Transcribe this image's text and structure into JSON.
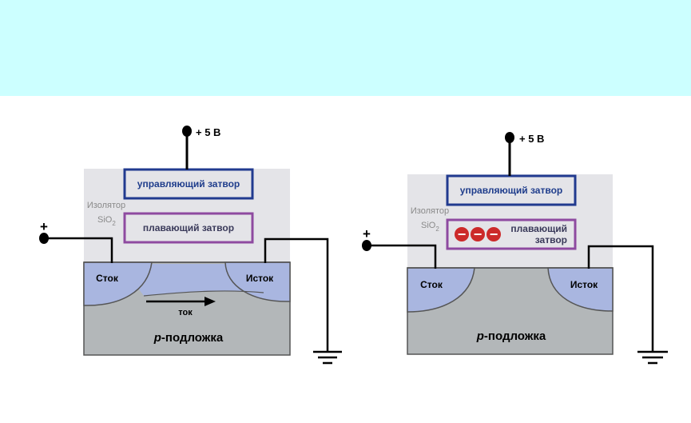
{
  "diagram": {
    "left": {
      "voltage": "+ 5 В",
      "control_gate": "управляющий затвор",
      "floating_gate": "плавающий  затвор",
      "isolator": "Изолятор",
      "sio": "SiO",
      "sio_sub": "2",
      "plus": "+",
      "drain": "Сток",
      "source": "Исток",
      "current": "ток",
      "substrate_p": "p",
      "substrate_rest": "-подложка"
    },
    "right": {
      "voltage": "+ 5 В",
      "control_gate": "управляющий затвор",
      "floating_gate_line1": "плавающий",
      "floating_gate_line2": "затвор",
      "electrons": [
        "−",
        "−",
        "−"
      ],
      "isolator": "Изолятор",
      "sio": "SiO",
      "sio_sub": "2",
      "plus": "+",
      "drain": "Сток",
      "source": "Исток",
      "substrate_p": "p",
      "substrate_rest": "-подложка"
    },
    "colors": {
      "banner": "#ccffff",
      "insulator": "#e4e4e8",
      "substrate": "#b3b7b9",
      "doped_region": "#a9b6e0",
      "control_gate_border": "#213a8f",
      "floating_gate_border": "#8e4aa0",
      "electron": "#cc2a2a"
    }
  }
}
